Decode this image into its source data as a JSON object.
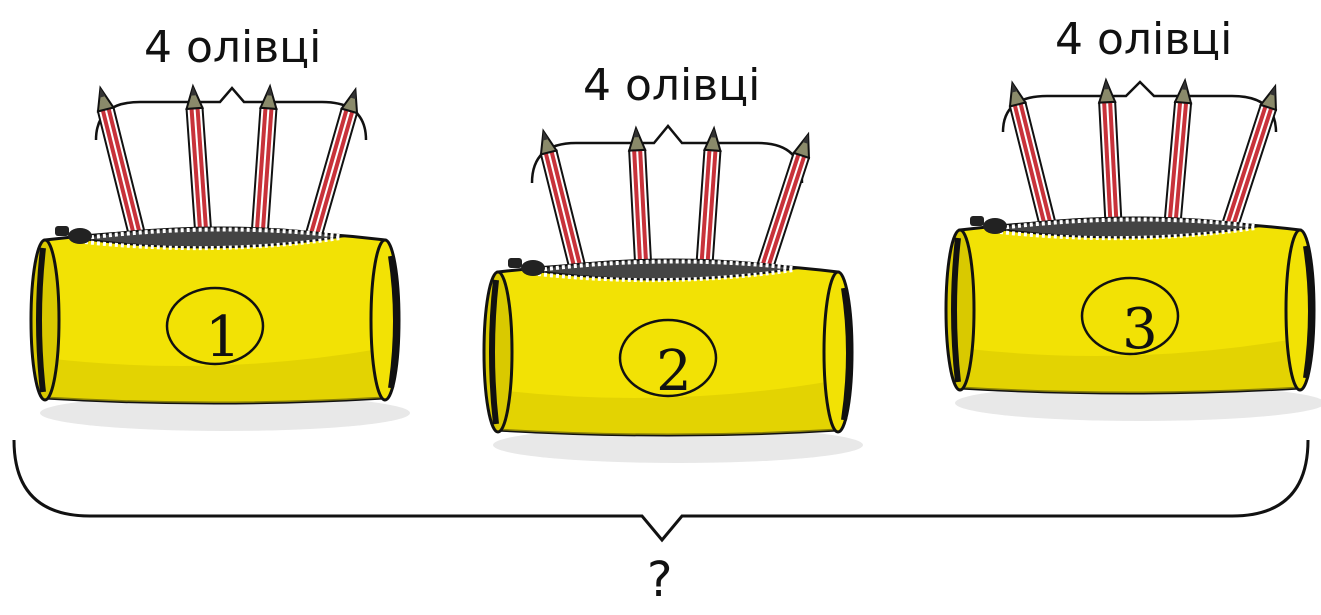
{
  "labels": {
    "case_1": "4 олівці",
    "case_2": "4 олівці",
    "case_3": "4 олівці"
  },
  "case_numbers": [
    "1",
    "2",
    "3"
  ],
  "total_label": "?",
  "colors": {
    "case_yellow": "#f2e205",
    "case_shadow": "#cfc000",
    "pencil_red": "#c8323a",
    "outline": "#111111"
  },
  "icons": [
    "pencil-case-icon",
    "pencil-icon",
    "zipper-icon",
    "curly-brace-icon"
  ]
}
